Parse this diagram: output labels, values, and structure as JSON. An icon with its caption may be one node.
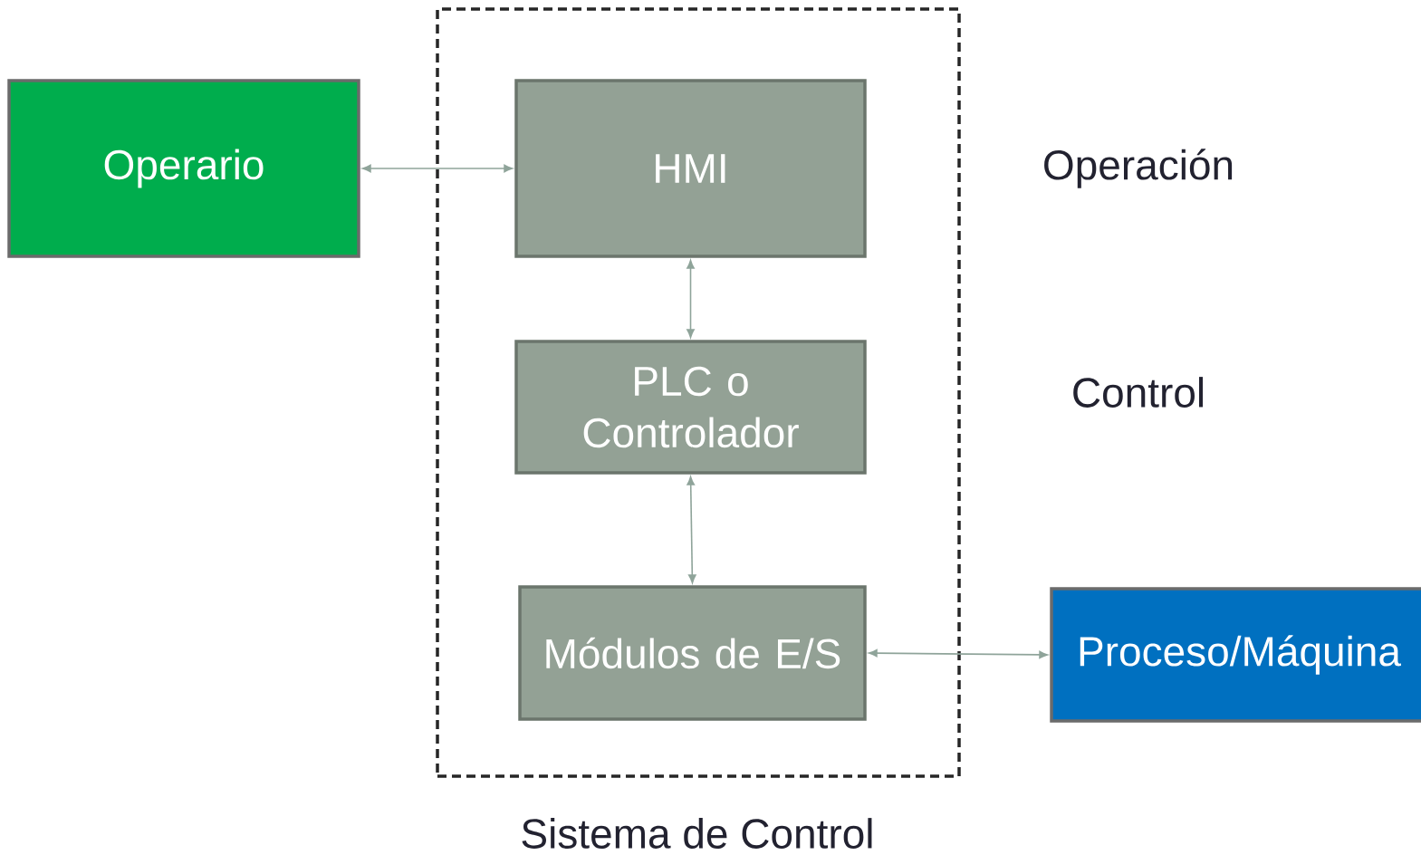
{
  "diagram": {
    "nodes": [
      {
        "text": [
          "Sistema de Control"
        ]
      },
      {
        "text": [
          "Operario"
        ]
      },
      {
        "text": [
          "HMI"
        ],
        "in": 0
      },
      {
        "text": [
          "PLC o Controlador"
        ],
        "in": 0
      },
      {
        "text": [
          "Módulos de E/S"
        ],
        "in": 0
      },
      {
        "text": [
          "Proceso/Máquina"
        ]
      }
    ],
    "edges": [
      {
        "from": 1,
        "to": 2,
        "arrow": "both"
      },
      {
        "from": 2,
        "to": 3,
        "arrow": "both"
      },
      {
        "from": 3,
        "to": 4,
        "arrow": "both"
      },
      {
        "from": 4,
        "to": 5,
        "arrow": "both"
      }
    ],
    "labels": [
      "Operación",
      "Control"
    ]
  }
}
